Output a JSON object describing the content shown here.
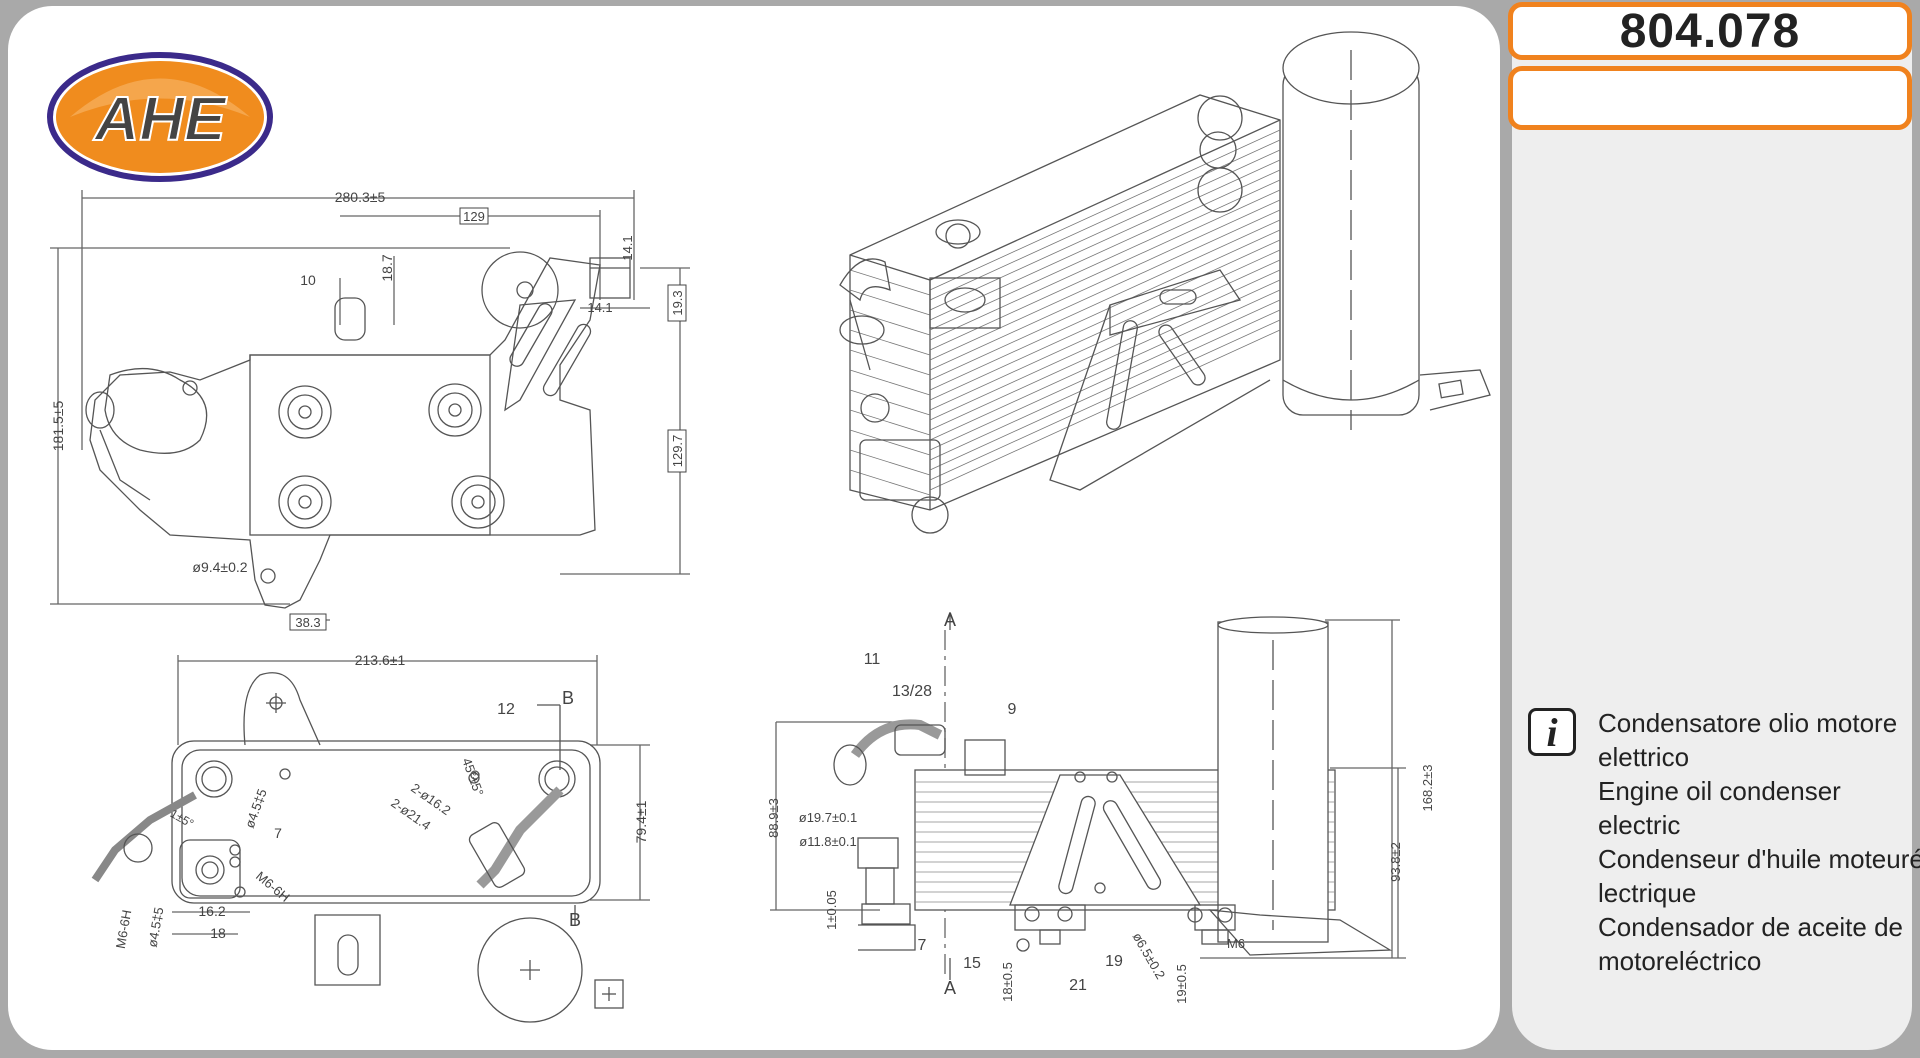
{
  "product": {
    "code": "804.078",
    "subtitle": "",
    "description_lines": [
      "Condensatore olio motore",
      "elettrico",
      "Engine oil condenser",
      "electric",
      "Condenseur d'huile moteuré",
      "lectrique",
      "Condensador de aceite de",
      "motoreléctrico"
    ]
  },
  "logo": {
    "text": "AHE",
    "colors": {
      "ring": "#3b2a8a",
      "fill": "#f08c1e"
    }
  },
  "colors": {
    "accent": "#f0821e",
    "line": "#555555",
    "dim": "#444444"
  },
  "icons": {
    "info": "info-icon"
  },
  "info_glyph": "i",
  "top_view": {
    "dims": {
      "overall_width": "280.3±5",
      "width_129": "129",
      "overall_height": "181.5±5",
      "d10": "10",
      "d18_7": "18.7",
      "d14_1_top": "14.1",
      "d14_1_side": "14.1",
      "d19_3": "19.3",
      "d129_7": "129.7",
      "hole": "ø9.4±0.2",
      "d38_3": "38.3"
    }
  },
  "front_view": {
    "dims": {
      "width": "213.6±1",
      "height": "79.4±1",
      "label12": "12",
      "labelB_top": "B",
      "labelB_bottom": "B",
      "hole_pattern_1": "2-ø16.2",
      "hole_pattern_2": "2-ø21.4",
      "angle": "45°±5°",
      "d4_5_a": "ø4.5‡5",
      "d4_5_b": "ø4.5‡5",
      "label7": "7",
      "thread_a": "M6-6H",
      "thread_b": "M6-6H",
      "d16_2": "16.2",
      "d18": "18",
      "angle_small": "1±5°"
    }
  },
  "side_view": {
    "dims": {
      "section_top": "A",
      "section_bottom": "A",
      "label11": "11",
      "label13_28": "13/28",
      "label9": "9",
      "d88_9": "88.9±3",
      "d19_7": "ø19.7±0.1",
      "d11_8": "ø11.8±0.1",
      "d1_005": "1±0.05",
      "label7": "7",
      "label15": "15",
      "d18_05": "18±0.5",
      "label21": "21",
      "label19": "19",
      "d6_5": "ø6.5±0.2",
      "d19_05": "19±0.5",
      "thread": "M6",
      "d93_8": "93.8±2",
      "d168_2": "168.2±3"
    }
  }
}
